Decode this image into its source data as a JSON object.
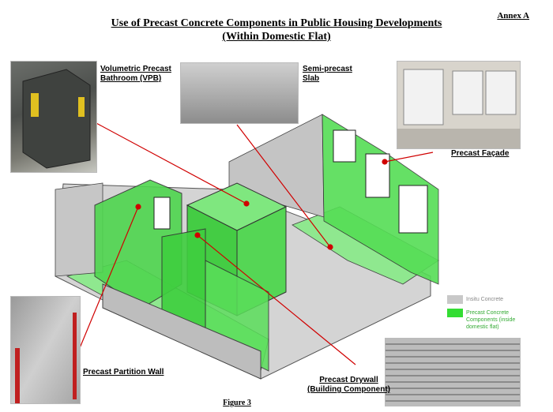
{
  "annex": "Annex A",
  "title_line1": "Use of Precast Concrete Components in Public Housing Developments",
  "title_line2": "(Within Domestic Flat)",
  "labels": {
    "vpb_line1": "Volumetric Precast",
    "vpb_line2": "Bathroom (VPB)",
    "slab_line1": "Semi-precast",
    "slab_line2": "Slab",
    "facade": "Precast Façade",
    "partition": "Precast Partition Wall",
    "drywall_line1": "Precast Drywall",
    "drywall_line2": "(Building Component)"
  },
  "legend": {
    "insitu": "Insitu Concrete",
    "precast_line1": "Precast Concrete",
    "precast_line2": "Components (inside",
    "precast_line3": "domestic flat)"
  },
  "figure": "Figure 3",
  "colors": {
    "insitu": "#c8c8c8",
    "precast": "#33dd33",
    "leader": "#d00000"
  }
}
